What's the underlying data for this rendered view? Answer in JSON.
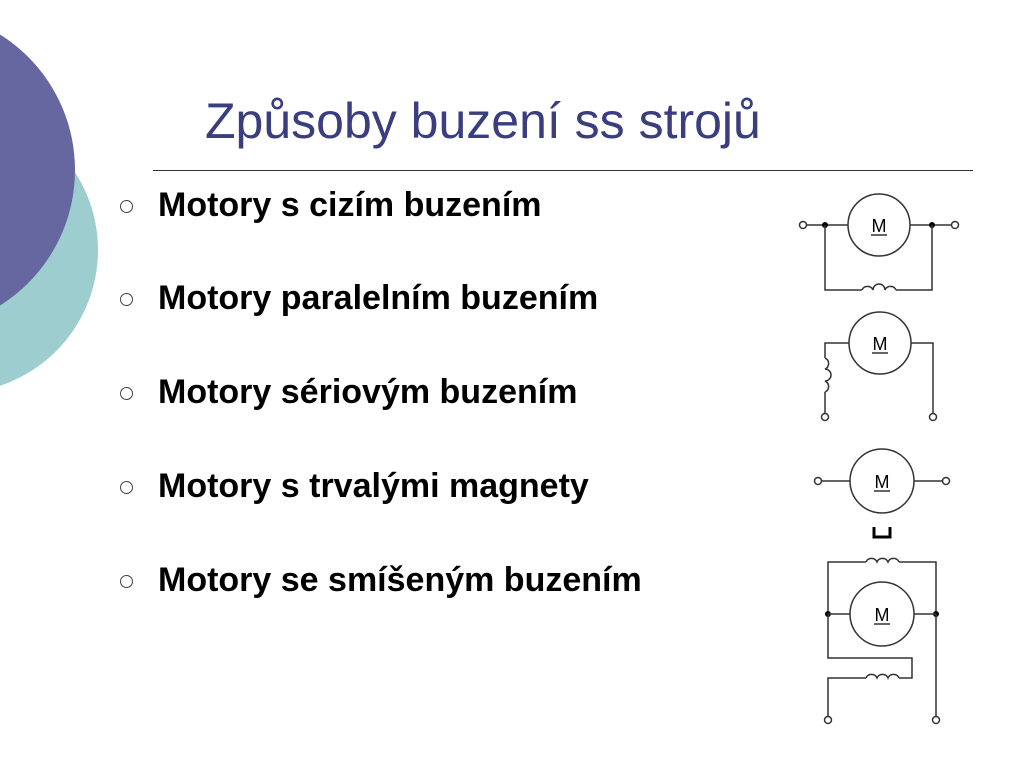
{
  "slide": {
    "title": "Způsoby buzení ss strojů",
    "bullets": [
      {
        "label": "Motory s cizím buzením"
      },
      {
        "label": "Motory paralelním buzením"
      },
      {
        "label": "Motory sériovým buzením"
      },
      {
        "label": "Motory s trvalými magnety"
      },
      {
        "label": "Motory se smíšeným buzením"
      }
    ]
  },
  "diagrams": {
    "motor_label": "M"
  },
  "colors": {
    "title": "#3a3d7e",
    "circle_purple": "#6667a0",
    "circle_teal": "#9ecdd0",
    "rule": "#333333"
  }
}
